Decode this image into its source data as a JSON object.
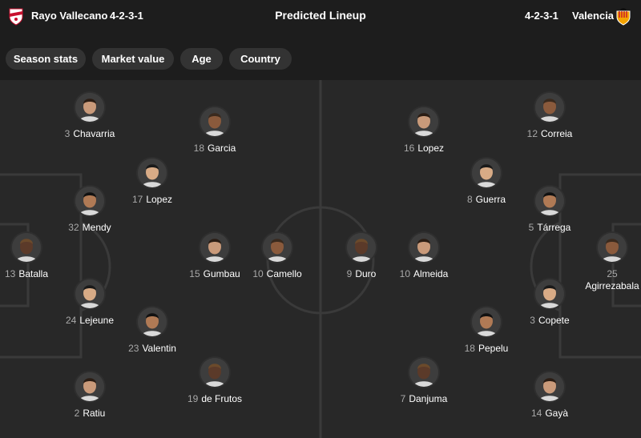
{
  "header": {
    "home": {
      "name": "Rayo Vallecano",
      "formation": "4-2-3-1",
      "crest_icon": "rayo-vallecano-crest-icon"
    },
    "away": {
      "name": "Valencia",
      "formation": "4-2-3-1",
      "crest_icon": "valencia-crest-icon"
    },
    "title": "Predicted Lineup"
  },
  "filters": [
    "Season stats",
    "Market value",
    "Age",
    "Country"
  ],
  "colors": {
    "background": "#1d1d1d",
    "pitch": "#282828",
    "pitch_lines": "#3a3a3a",
    "chip": "#333333",
    "number": "#a9a9a9"
  },
  "home_players": [
    {
      "number": "3",
      "name": "Chavarria"
    },
    {
      "number": "18",
      "name": "Garcia"
    },
    {
      "number": "17",
      "name": "Lopez"
    },
    {
      "number": "32",
      "name": "Mendy"
    },
    {
      "number": "13",
      "name": "Batalla"
    },
    {
      "number": "15",
      "name": "Gumbau"
    },
    {
      "number": "10",
      "name": "Camello"
    },
    {
      "number": "24",
      "name": "Lejeune"
    },
    {
      "number": "23",
      "name": "Valentin"
    },
    {
      "number": "19",
      "name": "de Frutos"
    },
    {
      "number": "2",
      "name": "Ratiu"
    }
  ],
  "away_players": [
    {
      "number": "16",
      "name": "Lopez"
    },
    {
      "number": "12",
      "name": "Correia"
    },
    {
      "number": "8",
      "name": "Guerra"
    },
    {
      "number": "5",
      "name": "Tárrega"
    },
    {
      "number": "9",
      "name": "Duro"
    },
    {
      "number": "10",
      "name": "Almeida"
    },
    {
      "number": "25",
      "name": "Agirrezabala"
    },
    {
      "number": "3",
      "name": "Copete"
    },
    {
      "number": "18",
      "name": "Pepelu"
    },
    {
      "number": "7",
      "name": "Danjuma"
    },
    {
      "number": "14",
      "name": "Gayà"
    }
  ]
}
